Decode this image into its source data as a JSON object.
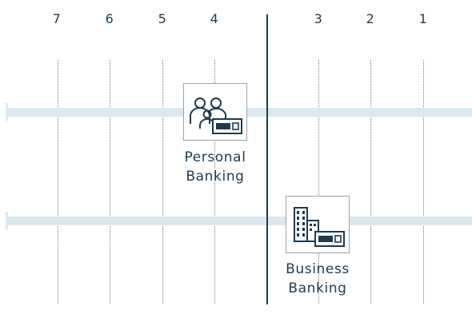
{
  "columns": [
    "7",
    "6",
    "5",
    "4",
    "3",
    "2",
    "1"
  ],
  "nodes": [
    {
      "label_line1": "Personal",
      "label_line2": "Banking",
      "icon": "family-wallet-icon"
    },
    {
      "label_line1": "Business",
      "label_line2": "Banking",
      "icon": "buildings-wallet-icon"
    }
  ],
  "colors": {
    "text": "#1e3a4f",
    "track": "#dce8f0",
    "divider": "#1e3a4f",
    "gridline": "#6d7b86"
  }
}
